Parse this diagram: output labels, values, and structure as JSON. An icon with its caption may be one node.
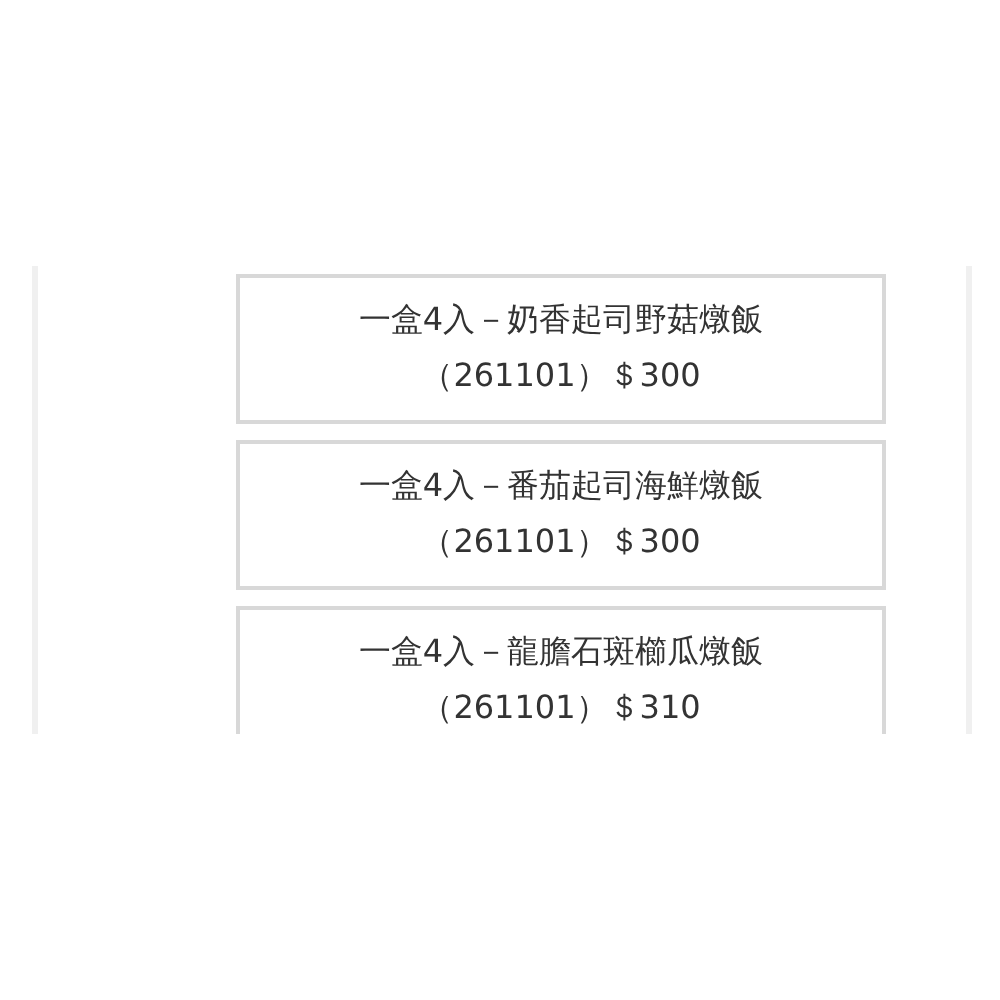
{
  "diagram": {
    "nodes": [
      {
        "text": [
          "一盒4入－奶香起司野菇燉飯",
          "（261101）＄300"
        ]
      },
      {
        "text": [
          "一盒4入－番茄起司海鮮燉飯",
          "（261101）＄300"
        ]
      },
      {
        "text": [
          "一盒4入－龍膽石斑櫛瓜燉飯",
          "（261101）＄310"
        ]
      }
    ]
  }
}
